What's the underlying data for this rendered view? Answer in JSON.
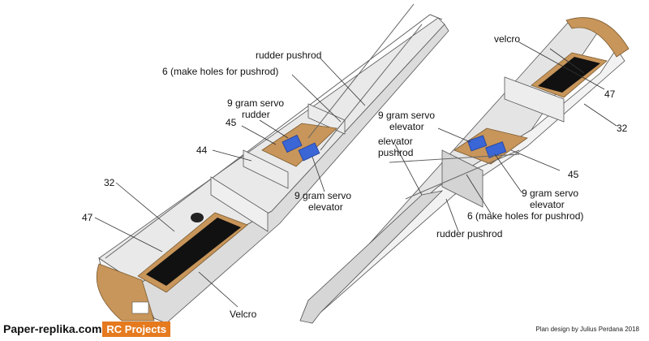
{
  "labels": {
    "rudder_pushrod_left": "rudder pushrod",
    "holes_left": "6 (make holes for pushrod)",
    "servo_rudder_line1": "9 gram servo",
    "servo_rudder_line2": "rudder",
    "num_45_left": "45",
    "num_44": "44",
    "num_32_left": "32",
    "num_47_left": "47",
    "servo_elev_left_line1": "9 gram servo",
    "servo_elev_left_line2": "elevator",
    "velcro_left": "Velcro",
    "velcro_right": "velcro",
    "num_47_right": "47",
    "num_32_right": "32",
    "servo_elev_right_line1": "9 gram servo",
    "servo_elev_right_line2": "elevator",
    "elev_pushrod_line1": "elevator",
    "elev_pushrod_line2": "pushrod",
    "num_45_right": "45",
    "servo_elev_right2_line1": "9 gram servo",
    "servo_elev_right2_line2": "elevator",
    "holes_right": "6 (make holes for pushrod)",
    "rudder_pushrod_right": "rudder pushrod"
  },
  "footer": {
    "site": "Paper-replika.com",
    "badge": "RC Projects",
    "credit": "Plan design by Julius Perdana 2018"
  },
  "colors": {
    "plywood": "#c8955a",
    "servo": "#3a66d6",
    "velcro": "#111111",
    "badge": "#e57a1e"
  }
}
